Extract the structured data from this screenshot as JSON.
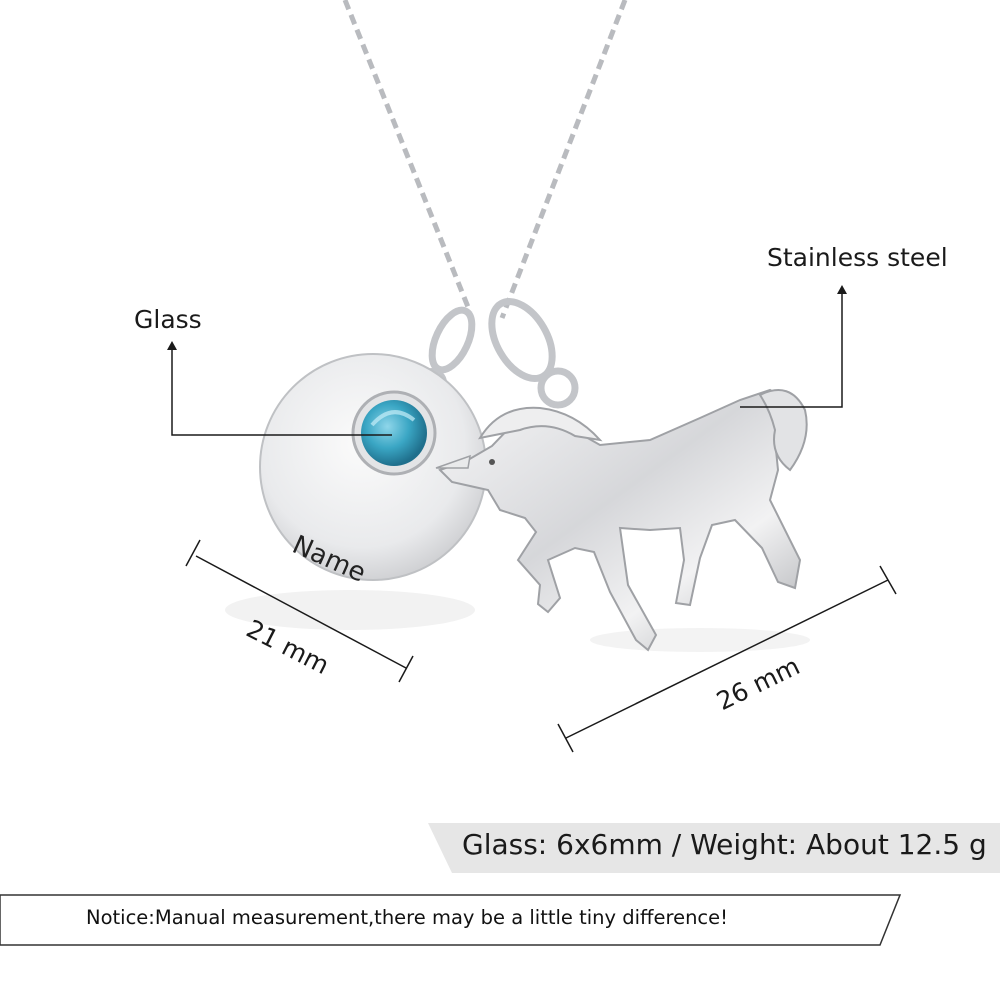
{
  "callouts": {
    "glass": "Glass",
    "stainless": "Stainless steel",
    "engraving": "Name"
  },
  "dimensions": {
    "disc": "21 mm",
    "unicorn": "26 mm"
  },
  "specs": "Glass: 6x6mm / Weight: About 12.5 g",
  "notice": "Notice:Manual measurement,there may be a little tiny difference!",
  "colors": {
    "glass_stone": "#3aa6c4",
    "metal": "#d9dadc",
    "spec_bar": "#e6e6e6"
  }
}
